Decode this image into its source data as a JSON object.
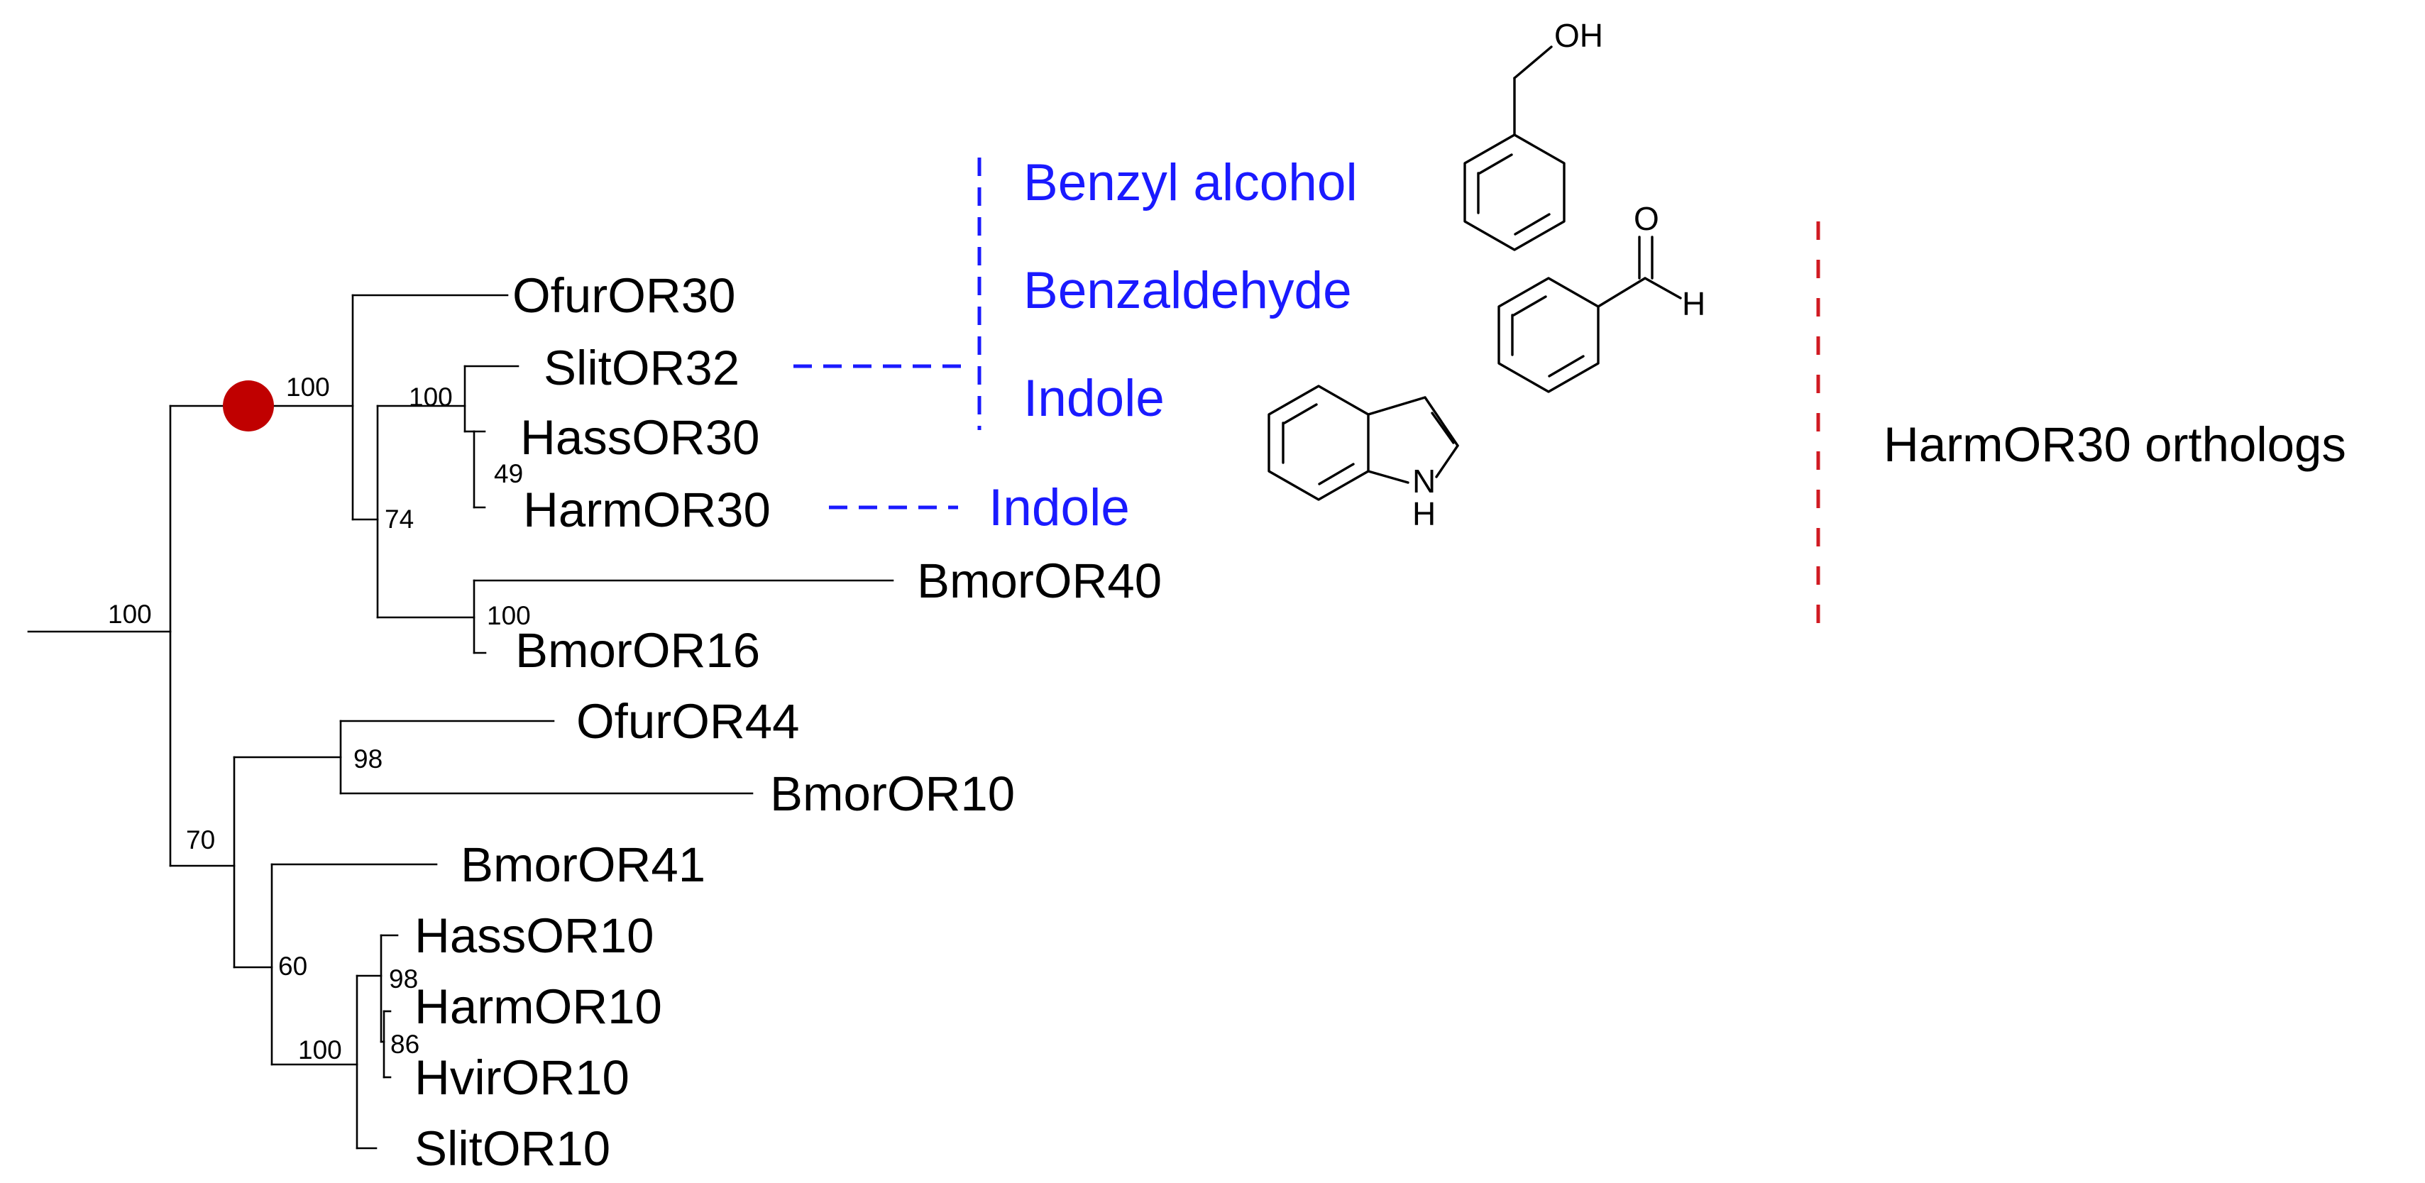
{
  "tree": {
    "taxa": [
      "OfurOR30",
      "SlitOR32",
      "HassOR30",
      "HarmOR30",
      "BmorOR40",
      "BmorOR16",
      "OfurOR44",
      "BmorOR10",
      "BmorOR41",
      "HassOR10",
      "HarmOR10",
      "HvirOR10",
      "SlitOR10"
    ],
    "bootstrap": [
      "100",
      "100",
      "100",
      "49",
      "74",
      "100",
      "70",
      "98",
      "60",
      "98",
      "86",
      "100"
    ],
    "highlight_node_color": "#c00000"
  },
  "ligands": {
    "slitor32": [
      "Benzyl alcohol",
      "Benzaldehyde",
      "Indole"
    ],
    "harmor30": "Indole",
    "color": "#1a1aff"
  },
  "structures": {
    "benzyl_alcohol_oh": "OH",
    "benzaldehyde_o": "O",
    "benzaldehyde_h": "H",
    "indole_nh": "N",
    "indole_h": "H"
  },
  "group": {
    "label": "HarmOR30 orthologs",
    "color": "#d01a22"
  }
}
